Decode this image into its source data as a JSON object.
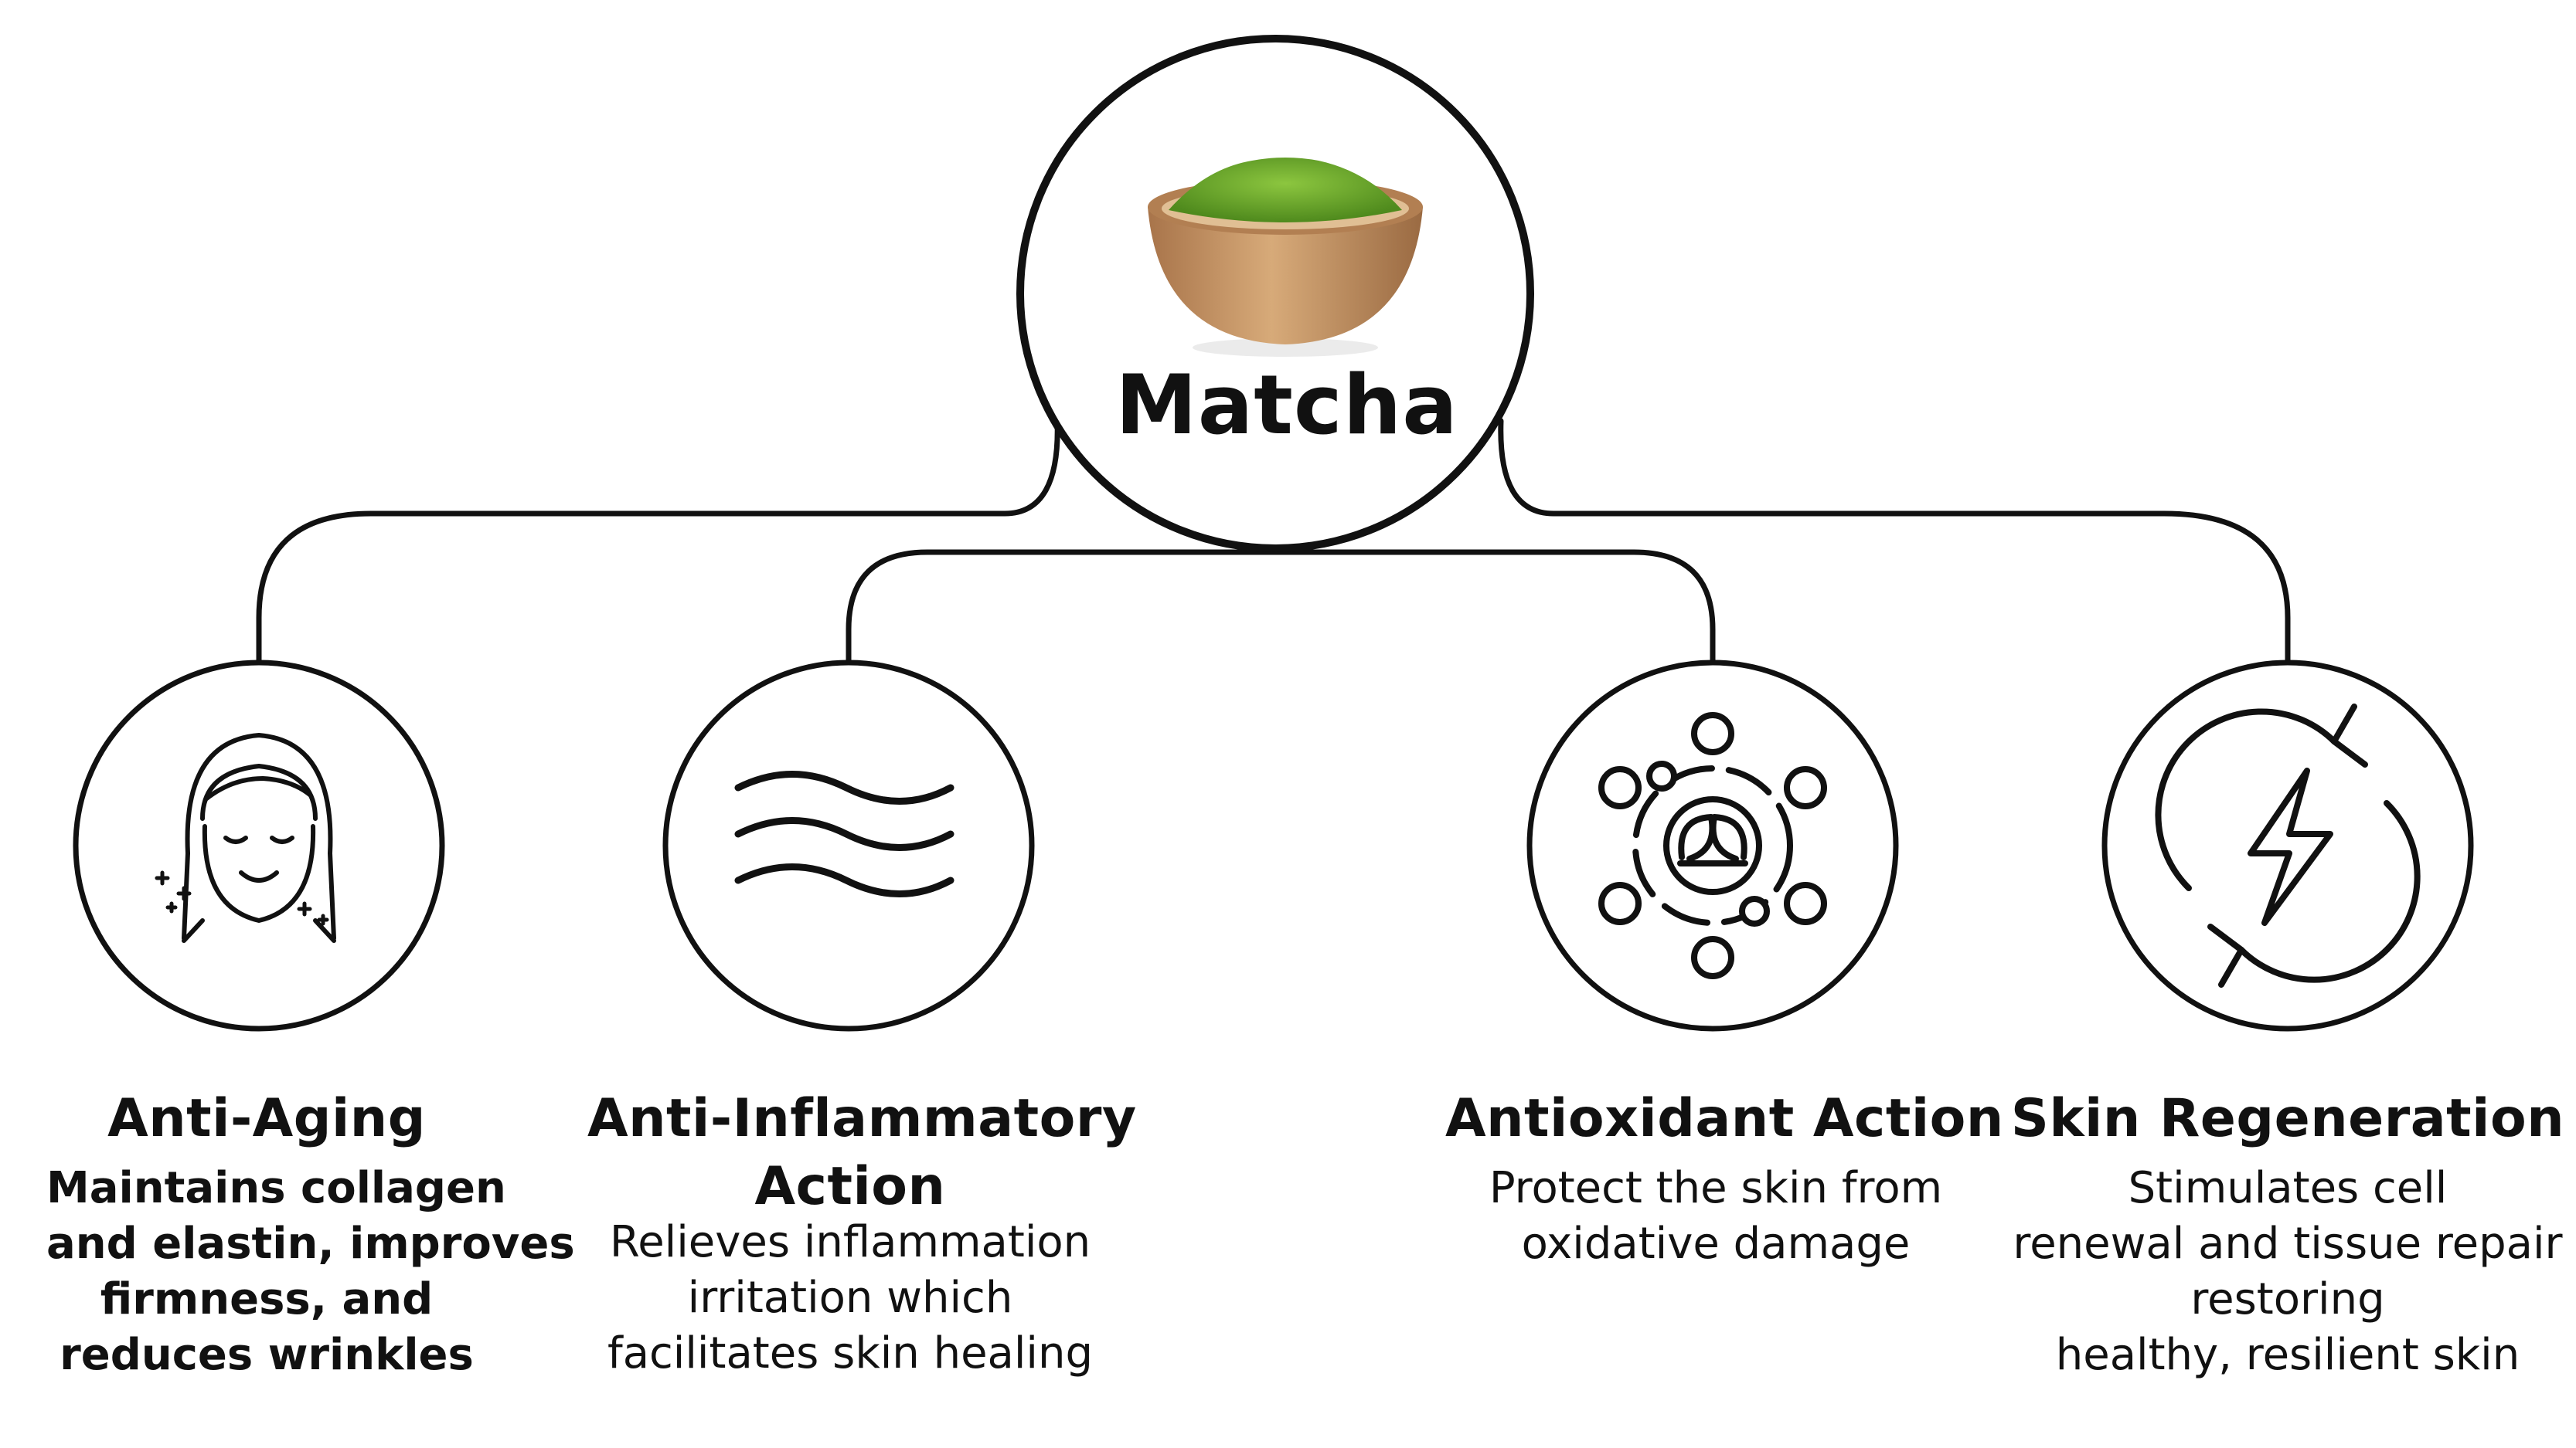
{
  "center": {
    "title": "Matcha",
    "image": "matcha-powder-bowl"
  },
  "benefits": [
    {
      "id": "anti-aging",
      "icon": "face-glow-icon",
      "title_lines": [
        "Anti-Aging"
      ],
      "desc_lines": [
        "Maintains collagen",
        "and elastin, improves",
        "firmness, and",
        "reduces wrinkles"
      ],
      "desc_bold": true
    },
    {
      "id": "anti-inflammatory",
      "icon": "waves-icon",
      "title_lines": [
        "Anti-Inflammatory",
        "Action"
      ],
      "desc_lines": [
        "Relieves inflammation",
        "irritation which",
        "facilitates skin healing"
      ],
      "desc_bold": false
    },
    {
      "id": "antioxidant",
      "icon": "antioxidant-leaf-icon",
      "title_lines": [
        "Antioxidant Action"
      ],
      "desc_lines": [
        "Protect the skin from",
        "oxidative damage"
      ],
      "desc_bold": false
    },
    {
      "id": "skin-regeneration",
      "icon": "lightning-refresh-icon",
      "title_lines": [
        "Skin Regeneration"
      ],
      "desc_lines": [
        "Stimulates cell",
        "renewal and tissue repair",
        "restoring",
        "healthy, resilient skin"
      ],
      "desc_bold": false
    }
  ],
  "colors": {
    "stroke": "#111111",
    "matcha_green": "#6fae2e",
    "bowl_wood": "#c89a68"
  }
}
